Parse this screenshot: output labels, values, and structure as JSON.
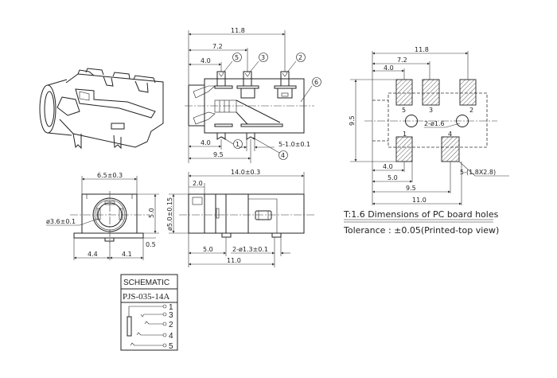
{
  "top_view": {
    "dims": {
      "w_11_8": "11.8",
      "w_7_2": "7.2",
      "w_4_0_top": "4.0",
      "w_4_0_bottom": "4.0",
      "w_9_5": "9.5",
      "pin_width": "5-1.0±0.1"
    },
    "callouts": [
      "5",
      "3",
      "2",
      "6",
      "1",
      "4"
    ]
  },
  "pcb_view": {
    "dims": {
      "w_11_8": "11.8",
      "w_7_2": "7.2",
      "w_4_0_top": "4.0",
      "h_9_5": "9.5",
      "w_4_0_bottom": "4.0",
      "w_5_0": "5.0",
      "w_9_5": "9.5",
      "w_11_0": "11.0"
    },
    "pad_labels": [
      "5",
      "3",
      "2",
      "1",
      "4"
    ],
    "hole_label": "2-ø1.6",
    "pad_size_label": "5-(1.8X2.8)",
    "note_line1": "T:1.6 Dimensions of PC board holes",
    "note_line2": "Tolerance : ±0.05(Printed-top view)"
  },
  "front_view": {
    "dims": {
      "width": "6.5±0.3",
      "height": "5.0",
      "flange": "0.5",
      "left": "4.4",
      "right": "4.1",
      "bore": "ø3.6±0.1"
    }
  },
  "side_view": {
    "dims": {
      "length": "14.0±0.3",
      "front": "2.0",
      "diameter": "ø5.0±0.15",
      "pin_offset": "5.0",
      "pins": "2-ø1.3±0.1",
      "pin_span": "11.0"
    }
  },
  "schematic": {
    "title": "SCHEMATIC",
    "part_number": "PJS-035-14A",
    "pins": [
      "1",
      "3",
      "2",
      "4",
      "5"
    ]
  }
}
